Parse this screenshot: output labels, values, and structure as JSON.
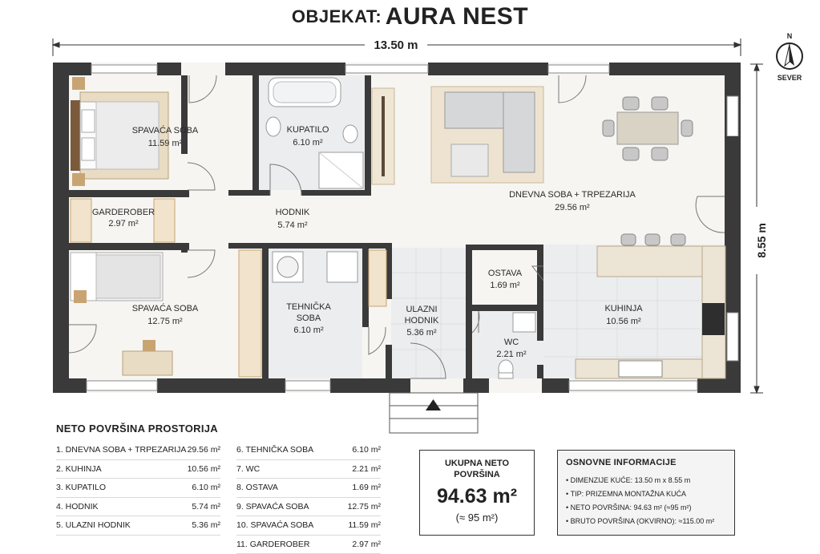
{
  "title": {
    "prefix": "OBJEKAT:",
    "name": "AURA NEST"
  },
  "dimensions": {
    "width": "13.50 m",
    "height": "8.55 m"
  },
  "north": {
    "letter": "N",
    "label": "SEVER"
  },
  "rooms": {
    "spavaca1": {
      "name": "SPAVAĆA SOBA",
      "area": "11.59 m²"
    },
    "kupatilo": {
      "name": "KUPATILO",
      "area": "6.10 m²"
    },
    "dnevna": {
      "name": "DNEVNA SOBA + TRPEZARIJA",
      "area": "29.56 m²"
    },
    "garderober": {
      "name": "GARDEROBER",
      "area": "2.97 m²"
    },
    "hodnik": {
      "name": "HODNIK",
      "area": "5.74 m²"
    },
    "spavaca2": {
      "name": "SPAVAĆA SOBA",
      "area": "12.75 m²"
    },
    "tehnicka": {
      "line1": "TEHNIČKA",
      "line2": "SOBA",
      "area": "6.10 m²"
    },
    "ulazni": {
      "line1": "ULAZNI",
      "line2": "HODNIK",
      "area": "5.36 m²"
    },
    "ostava": {
      "name": "OSTAVA",
      "area": "1.69 m²"
    },
    "wc": {
      "name": "WC",
      "area": "2.21 m²"
    },
    "kuhinja": {
      "name": "KUHINJA",
      "area": "10.56 m²"
    }
  },
  "legend": {
    "title": "NETO POVRŠINA PROSTORIJA",
    "items": [
      {
        "name": "1.  DNEVNA SOBA + TRPEZARIJA",
        "area": "29.56 m²"
      },
      {
        "name": "2.  KUHINJA",
        "area": "10.56 m²"
      },
      {
        "name": "3.  KUPATILO",
        "area": "6.10 m²"
      },
      {
        "name": "4.  HODNIK",
        "area": "5.74 m²"
      },
      {
        "name": "5.  ULAZNI HODNIK",
        "area": "5.36 m²"
      },
      {
        "name": "6.  TEHNIČKA SOBA",
        "area": "6.10 m²"
      },
      {
        "name": "7.  WC",
        "area": "2.21 m²"
      },
      {
        "name": "8.  OSTAVA",
        "area": "1.69 m²"
      },
      {
        "name": "9.  SPAVAĆA SOBA",
        "area": "12.75 m²"
      },
      {
        "name": "10. SPAVAĆA SOBA",
        "area": "11.59 m²"
      },
      {
        "name": "11. GARDEROBER",
        "area": "2.97 m²"
      }
    ]
  },
  "total": {
    "label_line1": "UKUPNA NETO",
    "label_line2": "POVRŠINA",
    "value": "94.63 m²",
    "approx": "(≈ 95 m²)"
  },
  "info": {
    "title": "OSNOVNE INFORMACIJE",
    "items": [
      "DIMENZIJE KUĆE: 13.50 m x 8.55 m",
      "TIP: PRIZEMNA MONTAŽNA KUĆA",
      "NETO POVRŠINA: 94.63 m² (≈95 m²)",
      "BRUTO POVRŠINA (OKVIRNO): ≈115.00 m²"
    ]
  },
  "colors": {
    "wall": "#3a3a3a",
    "floor": "#f6f5f2",
    "tile": "#ecedef",
    "wood": "#c9a473",
    "text": "#2a2a2a"
  }
}
